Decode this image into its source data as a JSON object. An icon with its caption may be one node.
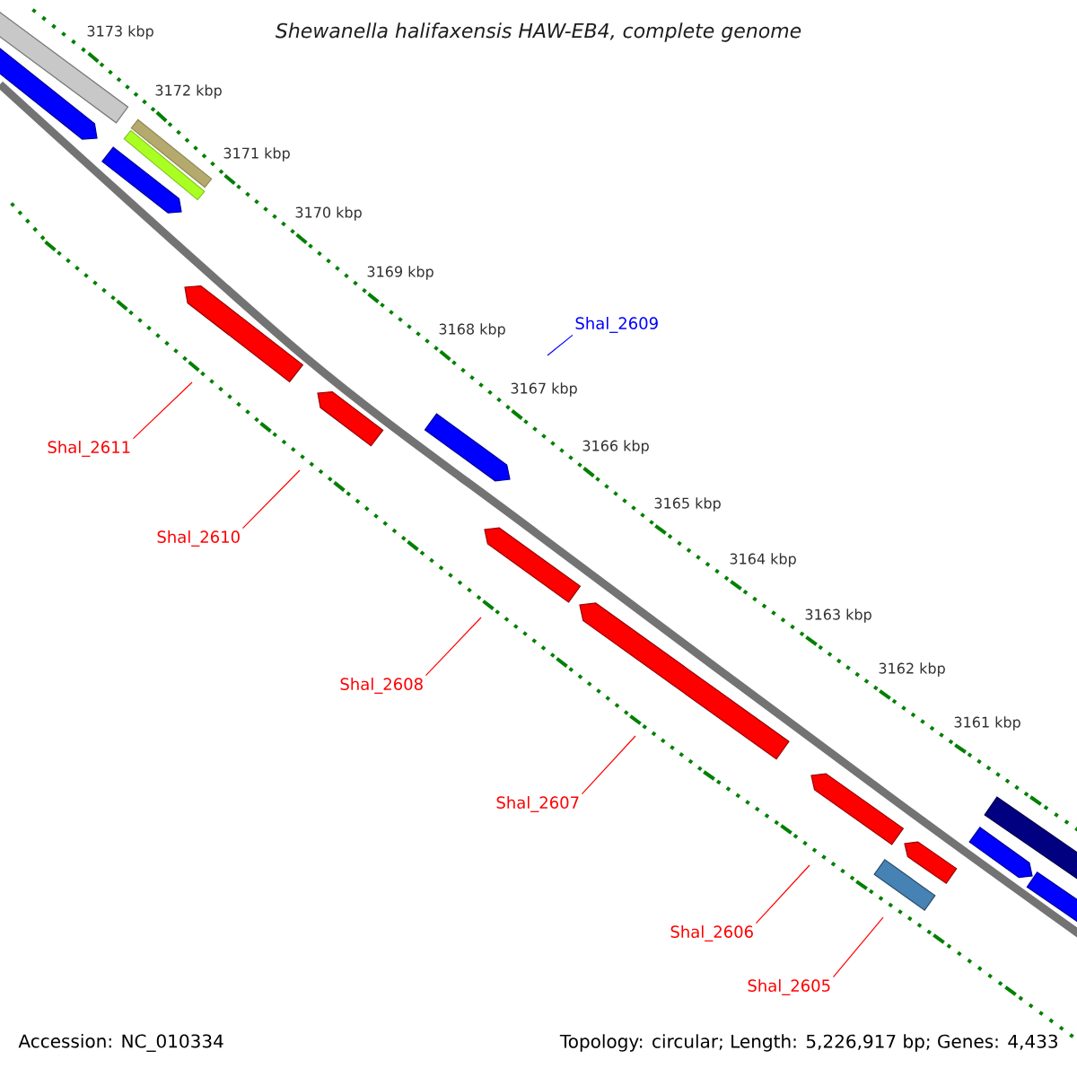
{
  "diagram": {
    "title": "Shewanella halifaxensis HAW-EB4, complete genome",
    "nodes": [
      {
        "text": [
          "Shal_2609"
        ]
      },
      {
        "text": [
          "Shal_2611"
        ]
      },
      {
        "text": [
          "Shal_2610"
        ]
      },
      {
        "text": [
          "Shal_2608"
        ]
      },
      {
        "text": [
          "Shal_2607"
        ]
      },
      {
        "text": [
          "Shal_2606"
        ]
      },
      {
        "text": [
          "Shal_2605"
        ]
      }
    ],
    "edges": [
      {
        "from": 0,
        "to": null,
        "arrow": "none",
        "color": "#0000ff"
      },
      {
        "from": 1,
        "to": null,
        "arrow": "none"
      },
      {
        "from": 2,
        "to": null,
        "arrow": "none"
      },
      {
        "from": 3,
        "to": null,
        "arrow": "none"
      },
      {
        "from": 4,
        "to": null,
        "arrow": "none"
      },
      {
        "from": 5,
        "to": null,
        "arrow": "none"
      },
      {
        "from": 6,
        "to": null,
        "arrow": "none"
      }
    ],
    "labels": [
      "3173 kbp",
      "3172 kbp",
      "3171 kbp",
      "3170 kbp",
      "3169 kbp",
      "3168 kbp",
      "3167 kbp",
      "3166 kbp",
      "3165 kbp",
      "3164 kbp",
      "3163 kbp",
      "3162 kbp",
      "3161 kbp",
      "Accession: NC_010334",
      "Topology: circular; Length: 5,226,917 bp; Genes: 4,433"
    ]
  }
}
